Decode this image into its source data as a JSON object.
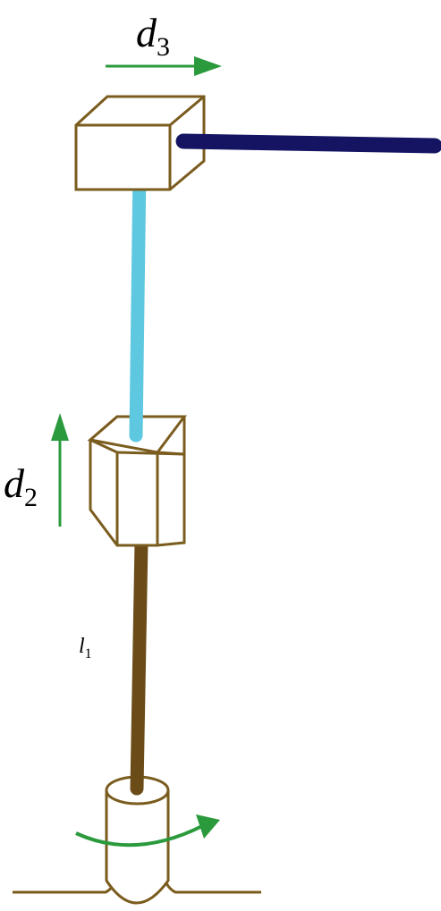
{
  "labels": {
    "d3": {
      "main": "d",
      "sub": "3"
    },
    "d2": {
      "main": "d",
      "sub": "2"
    },
    "l1": {
      "main": "l",
      "sub": "1"
    }
  },
  "colors": {
    "box_outline": "#7a5c1e",
    "box_fill": "#ffffff",
    "arm_horizontal": "#141463",
    "arm_vertical": "#5ec8e0",
    "base_link": "#6b4c18",
    "base_outline": "#7a5c1e",
    "arrow": "#2a9a3c"
  }
}
